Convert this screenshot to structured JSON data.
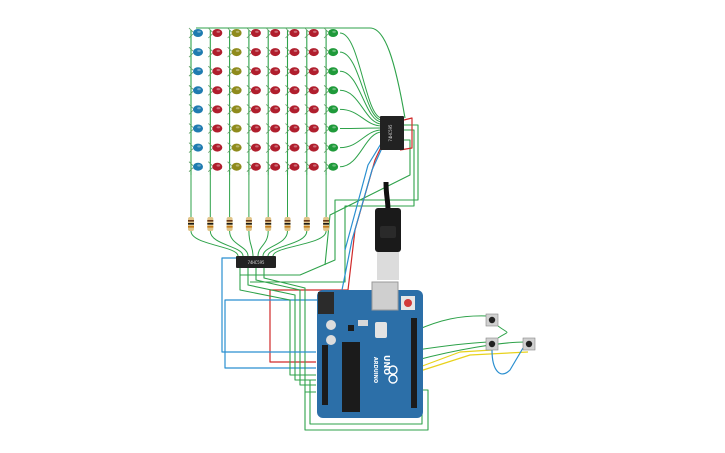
{
  "circuit": {
    "led_matrix": {
      "rows": 8,
      "columns": 8,
      "column_colors": [
        "#1f7bb0",
        "#b01e2d",
        "#8f8b1c",
        "#b01e2d",
        "#b01e2d",
        "#b01e2d",
        "#b01e2d",
        "#1f9a3a"
      ]
    },
    "resistors": {
      "count": 8
    },
    "shift_register_top": {
      "label": "74HC595"
    },
    "shift_register_bottom": {
      "label": "74HC595"
    },
    "arduino": {
      "logo": "ARDUINO",
      "model": "UNO",
      "board_color": "#2c6fa8"
    },
    "buttons": {
      "count": 3
    },
    "wire_colors": {
      "green": "#2ea24a",
      "red": "#d02a2a",
      "blue": "#2a8fd0",
      "yellow": "#e8d21c"
    }
  }
}
